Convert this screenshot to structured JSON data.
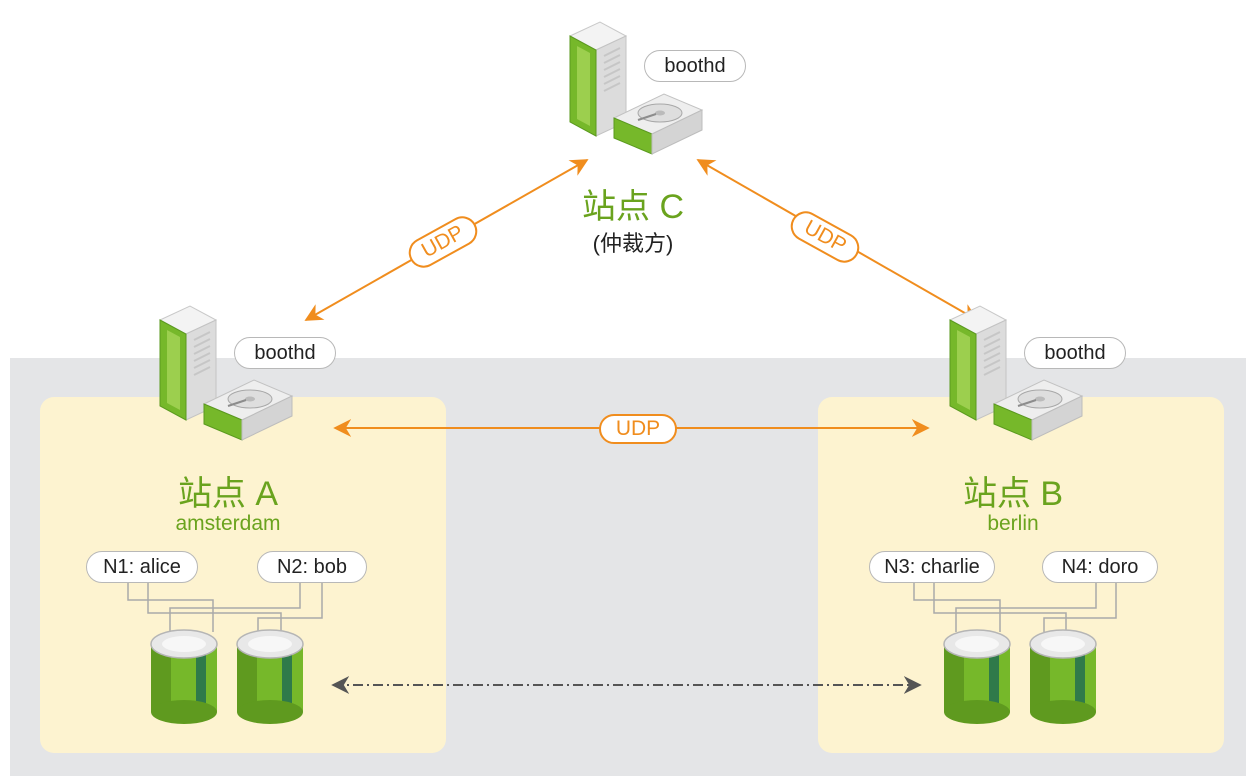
{
  "site_c": {
    "title": "站点 C",
    "subtitle": "(仲裁方)",
    "daemon_label": "boothd"
  },
  "site_a": {
    "title": "站点 A",
    "subtitle": "amsterdam",
    "daemon_label": "boothd",
    "nodes": [
      "N1: alice",
      "N2: bob"
    ]
  },
  "site_b": {
    "title": "站点 B",
    "subtitle": "berlin",
    "daemon_label": "boothd",
    "nodes": [
      "N3: charlie",
      "N4: doro"
    ]
  },
  "links": {
    "c_a": "UDP",
    "c_b": "UDP",
    "a_b": "UDP"
  },
  "colors": {
    "accent_green": "#6aa31e",
    "udp_orange": "#f08d1e",
    "site_fill": "#fdf3d0",
    "band_gray": "#e4e5e7"
  },
  "icons": [
    "server-icon",
    "hard-disk-icon",
    "storage-cylinder-icon"
  ]
}
